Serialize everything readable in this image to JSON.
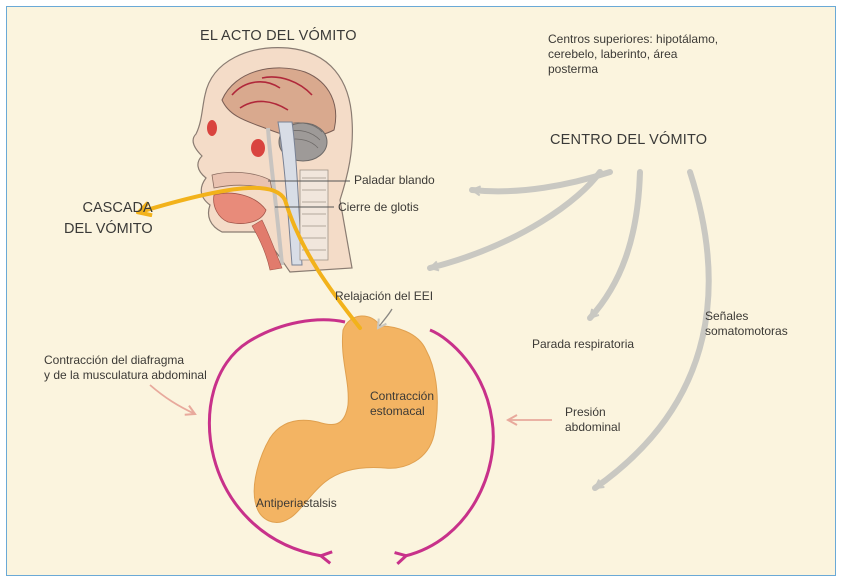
{
  "title": "EL ACTO DEL VÓMITO",
  "higher_centers": "Centros superiores: hipotálamo,\ncerebelo, laberinto, área\nposterma",
  "vomit_center": "CENTRO DEL VÓMITO",
  "cascade": "CASCADA\nDEL VÓMITO",
  "soft_palate": "Paladar blando",
  "glottis": "Cierre de glotis",
  "eei": "Relajación del EEI",
  "respiratory_arrest": "Parada respiratoria",
  "somatomotor": "Señales\nsomatomotoras",
  "diaphragm": "Contracción del diafragma\ny de la musculatura abdominal",
  "stomach_contraction": "Contracción\nestomacal",
  "abdominal_pressure": "Presión\nabdominal",
  "antiperistalsis": "Antiperiastalsis",
  "colors": {
    "background": "#fbf4de",
    "frame_border": "#6aa9d6",
    "arrow_grey": "#c9c8c2",
    "pressure_circle": "#c8318a",
    "stomach": "#f3b463",
    "vomit_path": "#f2b21b",
    "pink_arrow": "#e8a99c"
  }
}
